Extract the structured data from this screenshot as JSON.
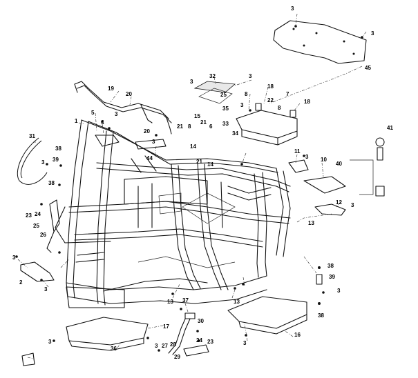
{
  "diagram": {
    "callouts": [
      {
        "id": "c3a",
        "text": "3"
      },
      {
        "id": "c3b",
        "text": "3"
      },
      {
        "id": "c45",
        "text": "45"
      },
      {
        "id": "c3c",
        "text": "3"
      },
      {
        "id": "c32",
        "text": "32"
      },
      {
        "id": "c3d",
        "text": "3"
      },
      {
        "id": "c18a",
        "text": "18"
      },
      {
        "id": "c18b",
        "text": "18"
      },
      {
        "id": "c19",
        "text": "19"
      },
      {
        "id": "c20a",
        "text": "20"
      },
      {
        "id": "c25a",
        "text": "25"
      },
      {
        "id": "c8a",
        "text": "8"
      },
      {
        "id": "c7",
        "text": "7"
      },
      {
        "id": "c22",
        "text": "22"
      },
      {
        "id": "c8b",
        "text": "8"
      },
      {
        "id": "c3e",
        "text": "3"
      },
      {
        "id": "c1",
        "text": "1"
      },
      {
        "id": "c5",
        "text": "5"
      },
      {
        "id": "c4",
        "text": "4"
      },
      {
        "id": "c3f",
        "text": "3"
      },
      {
        "id": "c20b",
        "text": "20"
      },
      {
        "id": "c15",
        "text": "15"
      },
      {
        "id": "c6",
        "text": "6"
      },
      {
        "id": "c21a",
        "text": "21"
      },
      {
        "id": "c8c",
        "text": "8"
      },
      {
        "id": "c21b",
        "text": "21"
      },
      {
        "id": "c33",
        "text": "33"
      },
      {
        "id": "c34",
        "text": "34"
      },
      {
        "id": "c35",
        "text": "35"
      },
      {
        "id": "c31",
        "text": "31"
      },
      {
        "id": "c3g",
        "text": "3"
      },
      {
        "id": "c44",
        "text": "44"
      },
      {
        "id": "c21c",
        "text": "21"
      },
      {
        "id": "c14a",
        "text": "14"
      },
      {
        "id": "c14b",
        "text": "14"
      },
      {
        "id": "c11",
        "text": "11"
      },
      {
        "id": "c3h",
        "text": "3"
      },
      {
        "id": "c10",
        "text": "10"
      },
      {
        "id": "c40",
        "text": "40"
      },
      {
        "id": "c41",
        "text": "41"
      },
      {
        "id": "c38a",
        "text": "38"
      },
      {
        "id": "c3i",
        "text": "3"
      },
      {
        "id": "c39a",
        "text": "39"
      },
      {
        "id": "c38b",
        "text": "38"
      },
      {
        "id": "c24a",
        "text": "24"
      },
      {
        "id": "c23a",
        "text": "23"
      },
      {
        "id": "c25b",
        "text": "25"
      },
      {
        "id": "c26",
        "text": "26"
      },
      {
        "id": "c12",
        "text": "12"
      },
      {
        "id": "c3j",
        "text": "3"
      },
      {
        "id": "c13a",
        "text": "13"
      },
      {
        "id": "c3k",
        "text": "3"
      },
      {
        "id": "c2",
        "text": "2"
      },
      {
        "id": "c3l",
        "text": "3"
      },
      {
        "id": "c38c",
        "text": "38"
      },
      {
        "id": "c39b",
        "text": "39"
      },
      {
        "id": "c3m",
        "text": "3"
      },
      {
        "id": "c13b",
        "text": "13"
      },
      {
        "id": "c37",
        "text": "37"
      },
      {
        "id": "c13c",
        "text": "13"
      },
      {
        "id": "c38d",
        "text": "38"
      },
      {
        "id": "c30",
        "text": "30"
      },
      {
        "id": "c17",
        "text": "17"
      },
      {
        "id": "c27",
        "text": "27"
      },
      {
        "id": "c28",
        "text": "28"
      },
      {
        "id": "c24b",
        "text": "24"
      },
      {
        "id": "c23b",
        "text": "23"
      },
      {
        "id": "c16",
        "text": "16"
      },
      {
        "id": "c3n",
        "text": "3"
      },
      {
        "id": "c36",
        "text": "36"
      },
      {
        "id": "c3o",
        "text": "3"
      },
      {
        "id": "c29",
        "text": "29"
      },
      {
        "id": "c3p",
        "text": "3"
      }
    ]
  }
}
